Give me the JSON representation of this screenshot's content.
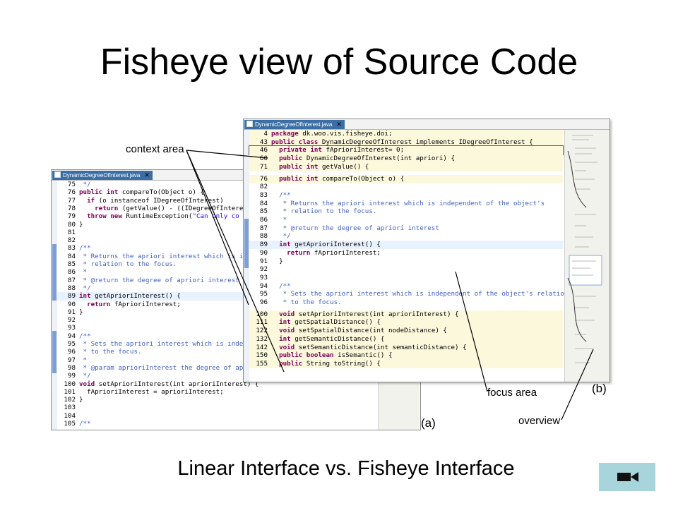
{
  "slide": {
    "title": "Fisheye view of Source Code",
    "caption": "Linear Interface vs. Fisheye Interface"
  },
  "labels": {
    "context_area": "context area",
    "focus_area": "focus area",
    "overview": "overview",
    "panel_a": "(a)",
    "panel_b": "(b)"
  },
  "window_a": {
    "tab": "DynamicDegreeOfInterest.java",
    "lines": [
      {
        "n": "75",
        "t": " */",
        "c": "cm"
      },
      {
        "n": "76",
        "t": "public int compareTo(Object o) {",
        "kw": "public int"
      },
      {
        "n": "77",
        "t": "  if (o instanceof IDegreeOfInterest)",
        "kw": "if"
      },
      {
        "n": "78",
        "t": "    return (getValue() - ((IDegreeOfIntere",
        "kw": "return"
      },
      {
        "n": "79",
        "t": "  throw new RuntimeException(\"Can only co",
        "kw": "throw new"
      },
      {
        "n": "80",
        "t": "}"
      },
      {
        "n": "81",
        "t": ""
      },
      {
        "n": "82",
        "t": ""
      },
      {
        "n": "83",
        "t": "/**",
        "c": "cm"
      },
      {
        "n": "84",
        "t": " * Returns the apriori interest which is i",
        "c": "cm"
      },
      {
        "n": "85",
        "t": " * relation to the focus.",
        "c": "cm"
      },
      {
        "n": "86",
        "t": " *",
        "c": "cm"
      },
      {
        "n": "87",
        "t": " * @return the degree of apriori interest",
        "c": "cm"
      },
      {
        "n": "88",
        "t": " */",
        "c": "cm"
      },
      {
        "n": "89",
        "t": "int getAprioriInterest() {",
        "kw": "int",
        "hl": true
      },
      {
        "n": "90",
        "t": "  return fAprioriInterest;",
        "kw": "return"
      },
      {
        "n": "91",
        "t": "}"
      },
      {
        "n": "92",
        "t": ""
      },
      {
        "n": "93",
        "t": ""
      },
      {
        "n": "94",
        "t": "/**",
        "c": "cm"
      },
      {
        "n": "95",
        "t": " * Sets the apriori interest which is inde",
        "c": "cm"
      },
      {
        "n": "96",
        "t": " * to the focus.",
        "c": "cm"
      },
      {
        "n": "97",
        "t": " *",
        "c": "cm"
      },
      {
        "n": "98",
        "t": " * @param aprioriInterest the degree of ap",
        "c": "cm"
      },
      {
        "n": "99",
        "t": " */",
        "c": "cm"
      },
      {
        "n": "100",
        "t": "void setAprioriInterest(int aprioriInterest) {",
        "kw": "void"
      },
      {
        "n": "101",
        "t": "  fAprioriInterest = aprioriInterest;"
      },
      {
        "n": "102",
        "t": "}"
      },
      {
        "n": "103",
        "t": ""
      },
      {
        "n": "104",
        "t": ""
      },
      {
        "n": "105",
        "t": "/**",
        "c": "cm"
      }
    ]
  },
  "window_b": {
    "tab": "DynamicDegreeOfInterest.java",
    "lines": [
      {
        "n": "4",
        "t": "package dk.woo.vis.fisheye.doi;",
        "kw": "package",
        "ctx": true
      },
      {
        "n": "43",
        "t": "public class DynamicDegreeOfInterest implements IDegreeOfInterest {",
        "kw": "public class",
        "ctx": true
      },
      {
        "n": "46",
        "t": "  private int fAprioriInterest= 0;",
        "kw": "private int",
        "ctx": true,
        "box": true
      },
      {
        "n": "60",
        "t": "  public DynamicDegreeOfInterest(int apriori) {",
        "kw": "public",
        "ctx": true
      },
      {
        "n": "71",
        "t": "  public int getValue() {",
        "kw": "public int",
        "ctx": true
      },
      {
        "n": "76",
        "t": "  public int compareTo(Object o) {",
        "kw": "public int",
        "ctx": true,
        "gap": true
      },
      {
        "n": "82",
        "t": ""
      },
      {
        "n": "83",
        "t": "  /**",
        "c": "cm"
      },
      {
        "n": "84",
        "t": "   * Returns the apriori interest which is independent of the object's",
        "c": "cm"
      },
      {
        "n": "85",
        "t": "   * relation to the focus.",
        "c": "cm"
      },
      {
        "n": "86",
        "t": "   *",
        "c": "cm"
      },
      {
        "n": "87",
        "t": "   * @return the degree of apriori interest",
        "c": "cm"
      },
      {
        "n": "88",
        "t": "   */",
        "c": "cm"
      },
      {
        "n": "89",
        "t": "  int getAprioriInterest() {",
        "kw": "int",
        "hl": true
      },
      {
        "n": "90",
        "t": "    return fAprioriInterest;",
        "kw": "return"
      },
      {
        "n": "91",
        "t": "  }"
      },
      {
        "n": "92",
        "t": ""
      },
      {
        "n": "93",
        "t": ""
      },
      {
        "n": "94",
        "t": "  /**",
        "c": "cm"
      },
      {
        "n": "95",
        "t": "   * Sets the apriori interest which is independent of the object's relation",
        "c": "cm"
      },
      {
        "n": "96",
        "t": "   * to the focus.",
        "c": "cm"
      },
      {
        "n": "100",
        "t": "  void setAprioriInterest(int aprioriInterest) {",
        "kw": "void",
        "ctx": true,
        "gap": true
      },
      {
        "n": "111",
        "t": "  int getSpatialDistance() {",
        "kw": "int",
        "ctx": true
      },
      {
        "n": "122",
        "t": "  void setSpatialDistance(int nodeDistance) {",
        "kw": "void",
        "ctx": true
      },
      {
        "n": "132",
        "t": "  int getSemanticDistance() {",
        "kw": "int",
        "ctx": true
      },
      {
        "n": "142",
        "t": "  void setSemanticDistance(int semanticDistance) {",
        "kw": "void",
        "ctx": true
      },
      {
        "n": "150",
        "t": "  public boolean isSemantic() {",
        "kw": "public boolean",
        "ctx": true
      },
      {
        "n": "155",
        "t": "  public String toString() {",
        "kw": "public",
        "ctx": true
      }
    ]
  },
  "colors": {
    "keyword": "#7a0055",
    "comment": "#3f5fbf",
    "string": "#2a00ff",
    "tab": "#3a6ea5",
    "nav_button": "#a8d4dc"
  },
  "nav": {
    "icon": "video-camera-icon"
  }
}
